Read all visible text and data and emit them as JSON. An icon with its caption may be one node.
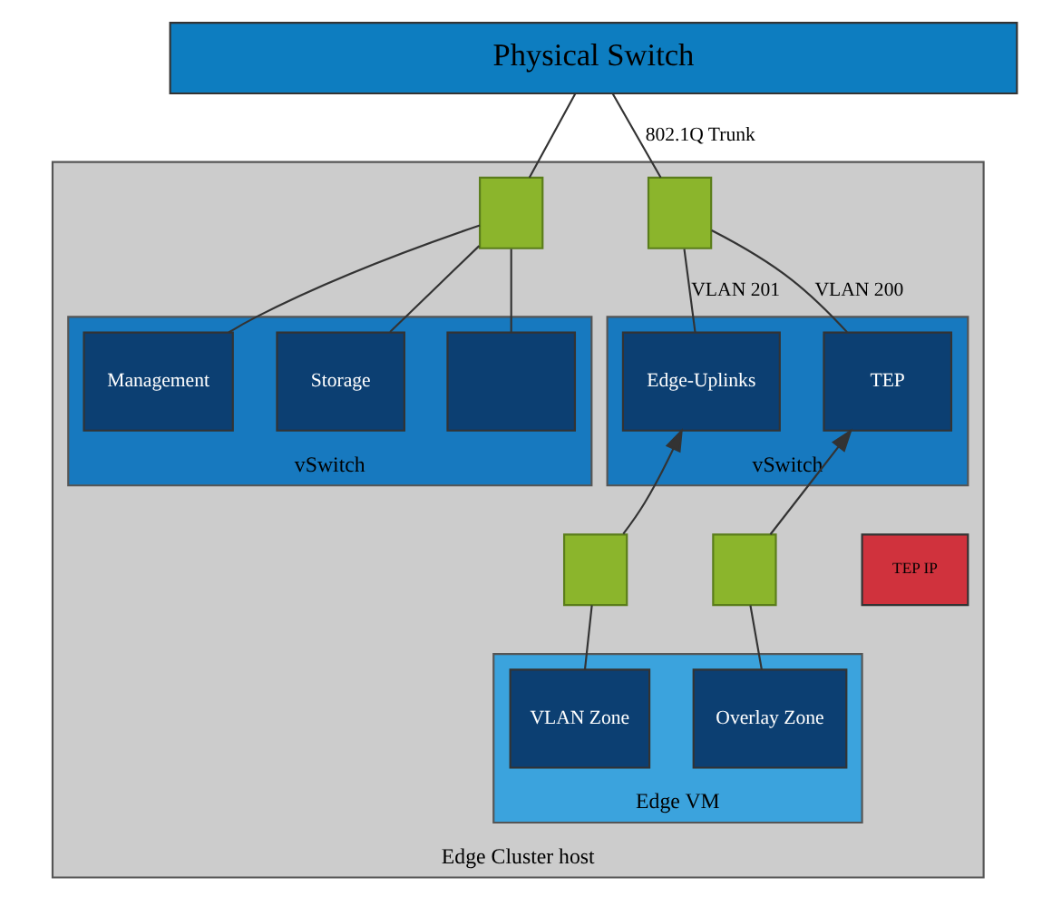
{
  "diagram": {
    "nodes": [
      {
        "text": [
          "Physical Switch"
        ]
      },
      {
        "text": [
          "Edge Cluster host"
        ]
      },
      {
        "text": [],
        "shape": "box",
        "in": 1
      },
      {
        "text": [],
        "shape": "box",
        "in": 1
      },
      {
        "text": [
          "vSwitch"
        ],
        "in": 1
      },
      {
        "text": [
          "Storage"
        ],
        "in": 4
      },
      {
        "text": [],
        "shape": "box",
        "in": 4
      },
      {
        "text": [
          "Management"
        ],
        "in": 4
      },
      {
        "text": [
          "vSwitch"
        ],
        "in": 1
      },
      {
        "text": [
          "Edge-Uplinks"
        ],
        "in": 8
      },
      {
        "text": [
          "TEP"
        ],
        "in": 8
      },
      {
        "text": [
          "Edge VM"
        ],
        "in": 1
      },
      {
        "text": [],
        "shape": "box",
        "in": 1
      },
      {
        "text": [],
        "shape": "box",
        "in": 1
      },
      {
        "text": [
          "TEP IP"
        ],
        "in": 1
      },
      {
        "text": [
          "VLAN Zone"
        ],
        "in": 11
      },
      {
        "text": [
          "Overlay Zone"
        ],
        "in": 11
      }
    ],
    "edges": [
      {
        "from": 0,
        "to": 2,
        "arrow": "none"
      },
      {
        "from": 0,
        "to": 3,
        "arrow": "none",
        "label": "802.1Q Trunk"
      },
      {
        "from": 2,
        "to": 5,
        "arrow": "none"
      },
      {
        "from": 2,
        "to": 6,
        "arrow": "none"
      },
      {
        "from": 2,
        "to": 7,
        "arrow": "none"
      },
      {
        "from": 3,
        "to": 9,
        "arrow": "none",
        "label": "VLAN 201"
      },
      {
        "from": 3,
        "to": 10,
        "arrow": "none",
        "label": "VLAN 200"
      },
      {
        "from": 12,
        "to": 9,
        "arrow": "to"
      },
      {
        "from": 13,
        "to": 10,
        "arrow": "to"
      },
      {
        "from": 12,
        "to": 15,
        "arrow": "none"
      },
      {
        "from": 13,
        "to": 16,
        "arrow": "none"
      }
    ]
  }
}
